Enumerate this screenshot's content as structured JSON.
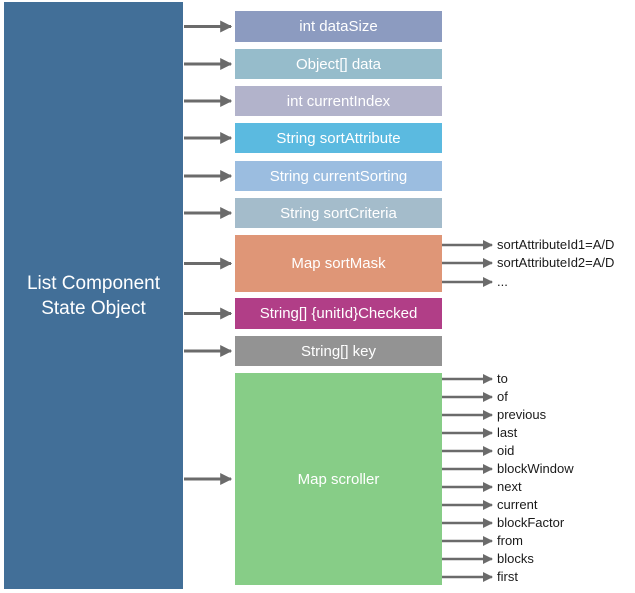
{
  "main": {
    "label": "List Component\nState Object",
    "color": "#426f98"
  },
  "fields": [
    {
      "id": "datasize",
      "label": "int dataSize",
      "color": "#8c9bc0"
    },
    {
      "id": "data",
      "label": "Object[] data",
      "color": "#96bccb"
    },
    {
      "id": "currentindex",
      "label": "int currentIndex",
      "color": "#b2b3cb"
    },
    {
      "id": "sortattribute",
      "label": "String sortAttribute",
      "color": "#5bbae0"
    },
    {
      "id": "currentsorting",
      "label": "String currentSorting",
      "color": "#9bbde0"
    },
    {
      "id": "sortcriteria",
      "label": "String sortCriteria",
      "color": "#a4bccb"
    },
    {
      "id": "sortmask",
      "label": "Map sortMask",
      "color": "#df9677"
    },
    {
      "id": "checked",
      "label": "String[] {unitId}Checked",
      "color": "#b13e87"
    },
    {
      "id": "key",
      "label": "String[] key",
      "color": "#939393"
    },
    {
      "id": "scroller",
      "label": "Map scroller",
      "color": "#87cd87"
    }
  ],
  "sortMask_entries": [
    "sortAttributeId1=A/D",
    "sortAttributeId2=A/D",
    "..."
  ],
  "scroller_entries": [
    "to",
    "of",
    "previous",
    "last",
    "oid",
    "blockWindow",
    "next",
    "current",
    "blockFactor",
    "from",
    "blocks",
    "first"
  ],
  "arrow_color": "#6b6b6b"
}
